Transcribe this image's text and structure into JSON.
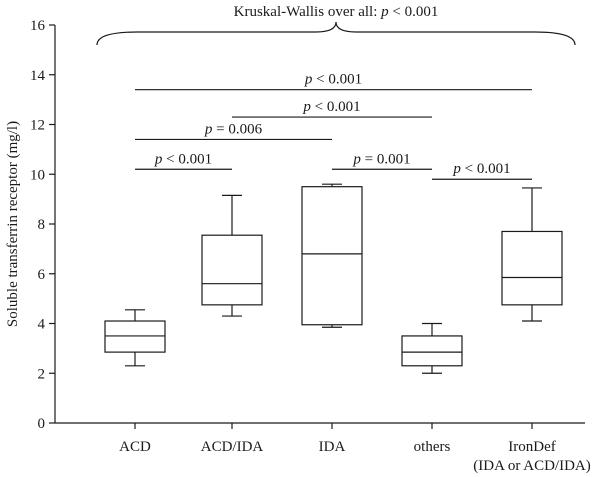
{
  "chart_data": {
    "type": "boxplot",
    "title": "",
    "xlabel": "",
    "ylabel": "Soluble transferrin receptor (mg/l)",
    "ylim": [
      0,
      16
    ],
    "yticks": [
      0,
      2,
      4,
      6,
      8,
      10,
      12,
      14,
      16
    ],
    "grid": false,
    "categories": [
      {
        "label": "ACD",
        "label2": ""
      },
      {
        "label": "ACD/IDA",
        "label2": ""
      },
      {
        "label": "IDA",
        "label2": ""
      },
      {
        "label": "others",
        "label2": ""
      },
      {
        "label": "IronDef",
        "label2": "(IDA or ACD/IDA)"
      }
    ],
    "boxes": [
      {
        "category": "ACD",
        "min": 2.3,
        "q1": 2.85,
        "median": 3.5,
        "q3": 4.1,
        "max": 4.55
      },
      {
        "category": "ACD/IDA",
        "min": 4.3,
        "q1": 4.75,
        "median": 5.6,
        "q3": 7.55,
        "max": 9.15
      },
      {
        "category": "IDA",
        "min": 3.85,
        "q1": 3.95,
        "median": 6.8,
        "q3": 9.5,
        "max": 9.6
      },
      {
        "category": "others",
        "min": 2.0,
        "q1": 2.3,
        "median": 2.85,
        "q3": 3.5,
        "max": 4.0
      },
      {
        "category": "IronDef",
        "min": 4.1,
        "q1": 4.75,
        "median": 5.85,
        "q3": 7.7,
        "max": 9.45
      }
    ],
    "overall_test": {
      "prefix": "Kruskal-Wallis over all: ",
      "p": "p",
      "rest": " < 0.001"
    },
    "comparisons": [
      {
        "from": 0,
        "to": 4,
        "y": 13.4,
        "p": "p",
        "rest": " < 0.001"
      },
      {
        "from": 1,
        "to": 3,
        "y": 12.3,
        "p": "p",
        "rest": " < 0.001"
      },
      {
        "from": 0,
        "to": 2,
        "y": 11.4,
        "p": "p",
        "rest": " = 0.006"
      },
      {
        "from": 0,
        "to": 1,
        "y": 10.2,
        "p": "p",
        "rest": " < 0.001"
      },
      {
        "from": 2,
        "to": 3,
        "y": 10.2,
        "p": "p",
        "rest": " = 0.001"
      },
      {
        "from": 3,
        "to": 4,
        "y": 9.8,
        "p": "p",
        "rest": " < 0.001"
      }
    ]
  }
}
